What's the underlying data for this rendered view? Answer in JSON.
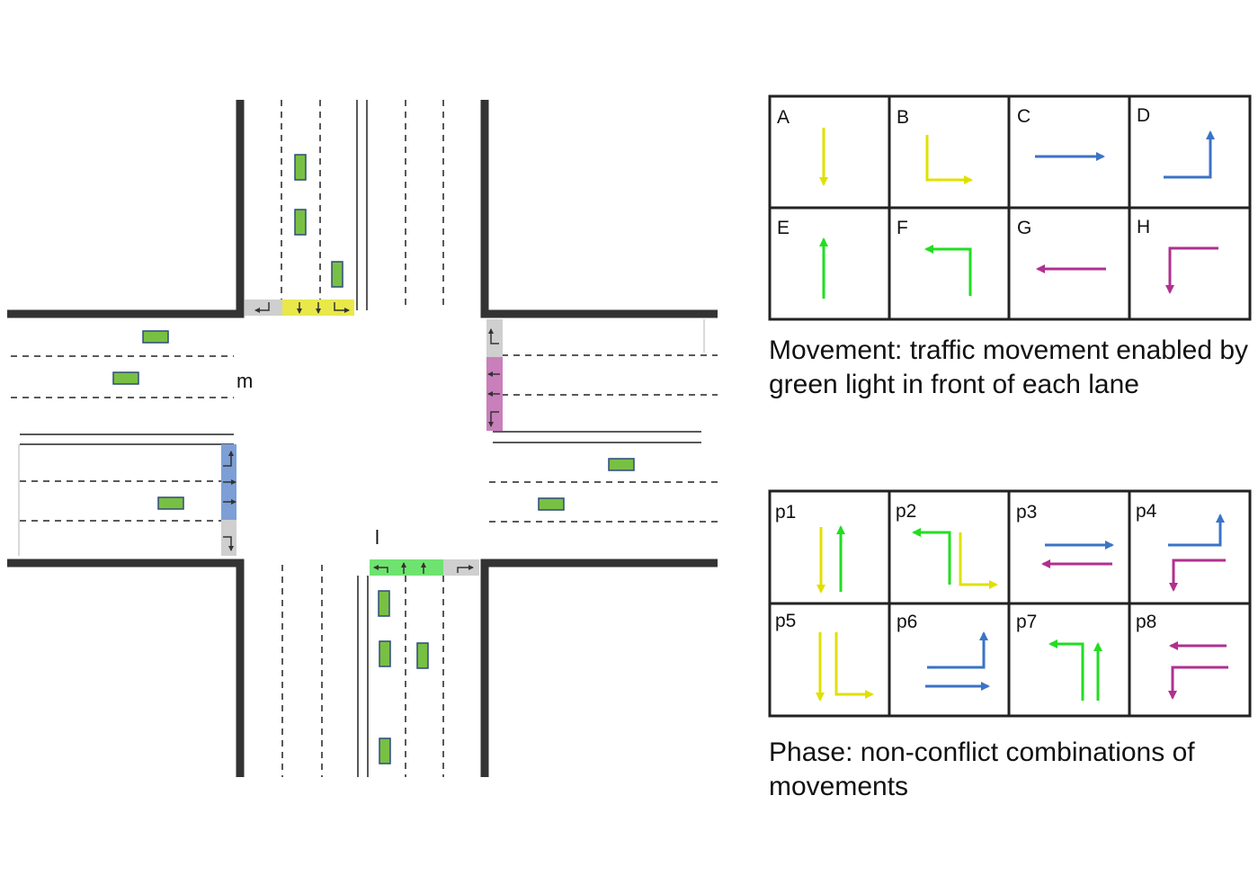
{
  "colors": {
    "yellow": "#e0e000",
    "blue": "#3b73c6",
    "green": "#22dd22",
    "magenta": "#b0308f",
    "car": "#78c043",
    "curb": "#333333",
    "gray_band": "#cfcfcf"
  },
  "intersection": {
    "label_m": "m",
    "label_l": "l"
  },
  "movements": {
    "caption": "Movement: traffic movement enabled by green light in front of each lane",
    "cells": [
      {
        "label": "A",
        "icon": "down-arrow-icon",
        "color": "yellow"
      },
      {
        "label": "B",
        "icon": "down-then-right-arrow-icon",
        "color": "yellow"
      },
      {
        "label": "C",
        "icon": "right-arrow-icon",
        "color": "blue"
      },
      {
        "label": "D",
        "icon": "right-then-up-arrow-icon",
        "color": "blue"
      },
      {
        "label": "E",
        "icon": "up-arrow-icon",
        "color": "green"
      },
      {
        "label": "F",
        "icon": "up-then-left-arrow-icon",
        "color": "green"
      },
      {
        "label": "G",
        "icon": "left-arrow-icon",
        "color": "magenta"
      },
      {
        "label": "H",
        "icon": "left-then-down-arrow-icon",
        "color": "magenta"
      }
    ]
  },
  "phases": {
    "caption": "Phase: non-conflict combinations of movements",
    "cells": [
      {
        "label": "p1",
        "movements": [
          "A",
          "E"
        ]
      },
      {
        "label": "p2",
        "movements": [
          "B",
          "F"
        ]
      },
      {
        "label": "p3",
        "movements": [
          "C",
          "G"
        ]
      },
      {
        "label": "p4",
        "movements": [
          "D",
          "H"
        ]
      },
      {
        "label": "p5",
        "movements": [
          "A",
          "B"
        ]
      },
      {
        "label": "p6",
        "movements": [
          "C",
          "D"
        ]
      },
      {
        "label": "p7",
        "movements": [
          "E",
          "F"
        ]
      },
      {
        "label": "p8",
        "movements": [
          "G",
          "H"
        ]
      }
    ]
  }
}
